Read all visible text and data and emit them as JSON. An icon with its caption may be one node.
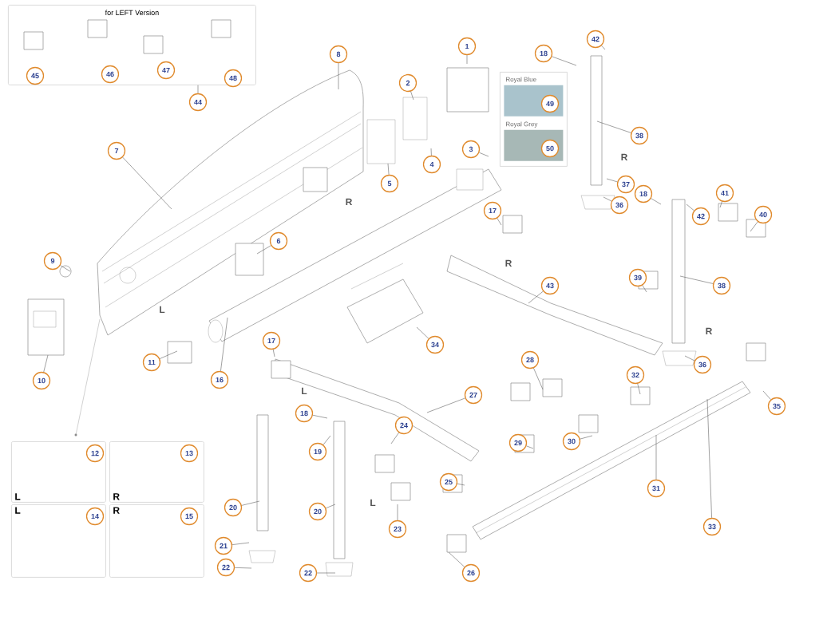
{
  "diagram": {
    "nodes": [
      {
        "text": [
          "for LEFT Version"
        ]
      },
      {
        "text": [
          "45"
        ],
        "in": 0
      },
      {
        "text": [
          "46"
        ],
        "in": 0
      },
      {
        "text": [
          "47"
        ],
        "in": 0
      },
      {
        "text": [
          "48"
        ],
        "in": 0
      },
      {
        "text": [
          "44"
        ]
      },
      {
        "text": [],
        "shape": "box"
      },
      {
        "text": [
          "Royal Blue"
        ],
        "in": 6
      },
      {
        "text": [
          "49"
        ],
        "in": 7
      },
      {
        "text": [
          "Royal Grey"
        ],
        "in": 6
      },
      {
        "text": [
          "50"
        ],
        "in": 9
      },
      {
        "text": [
          "L"
        ]
      },
      {
        "text": [
          "12"
        ],
        "in": 11
      },
      {
        "text": [
          "R"
        ]
      },
      {
        "text": [
          "13"
        ],
        "in": 13
      },
      {
        "text": [
          "L"
        ]
      },
      {
        "text": [
          "14"
        ],
        "in": 15
      },
      {
        "text": [
          "R"
        ]
      },
      {
        "text": [
          "15"
        ],
        "in": 17
      },
      {
        "text": [
          "1"
        ]
      },
      {
        "text": [
          "2"
        ]
      },
      {
        "text": [
          "3"
        ]
      },
      {
        "text": [
          "4"
        ]
      },
      {
        "text": [
          "5"
        ]
      },
      {
        "text": [
          "6"
        ]
      },
      {
        "text": [
          "7"
        ]
      },
      {
        "text": [
          "8"
        ]
      },
      {
        "text": [
          "9"
        ]
      },
      {
        "text": [
          "10"
        ]
      },
      {
        "text": [
          "11"
        ]
      },
      {
        "text": [
          "16"
        ]
      },
      {
        "text": [
          "17"
        ]
      },
      {
        "text": [
          "17"
        ]
      },
      {
        "text": [
          "18"
        ]
      },
      {
        "text": [
          "18"
        ]
      },
      {
        "text": [
          "18"
        ]
      },
      {
        "text": [
          "19"
        ]
      },
      {
        "text": [
          "20"
        ]
      },
      {
        "text": [
          "20"
        ]
      },
      {
        "text": [
          "21"
        ]
      },
      {
        "text": [
          "22"
        ]
      },
      {
        "text": [
          "22"
        ]
      },
      {
        "text": [
          "23"
        ]
      },
      {
        "text": [
          "24"
        ]
      },
      {
        "text": [
          "25"
        ]
      },
      {
        "text": [
          "26"
        ]
      },
      {
        "text": [
          "27"
        ]
      },
      {
        "text": [
          "28"
        ]
      },
      {
        "text": [
          "29"
        ]
      },
      {
        "text": [
          "30"
        ]
      },
      {
        "text": [
          "31"
        ]
      },
      {
        "text": [
          "32"
        ]
      },
      {
        "text": [
          "33"
        ]
      },
      {
        "text": [
          "34"
        ]
      },
      {
        "text": [
          "35"
        ]
      },
      {
        "text": [
          "36"
        ]
      },
      {
        "text": [
          "36"
        ]
      },
      {
        "text": [
          "37"
        ]
      },
      {
        "text": [
          "38"
        ]
      },
      {
        "text": [
          "38"
        ]
      },
      {
        "text": [
          "39"
        ]
      },
      {
        "text": [
          "40"
        ]
      },
      {
        "text": [
          "41"
        ]
      },
      {
        "text": [
          "42"
        ]
      },
      {
        "text": [
          "42"
        ]
      },
      {
        "text": [
          "43"
        ]
      }
    ],
    "edges": [
      {
        "from": 5,
        "to": 0,
        "arrow": "none"
      },
      {
        "from": 19,
        "to": null,
        "arrow": "none"
      },
      {
        "from": 20,
        "to": null,
        "arrow": "none"
      },
      {
        "from": 21,
        "to": null,
        "arrow": "none"
      },
      {
        "from": 22,
        "to": null,
        "arrow": "none"
      },
      {
        "from": 23,
        "to": null,
        "arrow": "none"
      },
      {
        "from": 24,
        "to": null,
        "arrow": "none"
      },
      {
        "from": 25,
        "to": null,
        "arrow": "none"
      },
      {
        "from": 26,
        "to": null,
        "arrow": "none"
      },
      {
        "from": 27,
        "to": null,
        "arrow": "none"
      },
      {
        "from": 28,
        "to": null,
        "arrow": "none"
      },
      {
        "from": 29,
        "to": null,
        "arrow": "none"
      },
      {
        "from": 30,
        "to": null,
        "arrow": "none"
      },
      {
        "from": 31,
        "to": null,
        "arrow": "none"
      },
      {
        "from": 32,
        "to": null,
        "arrow": "none"
      },
      {
        "from": 33,
        "to": null,
        "arrow": "none"
      },
      {
        "from": 34,
        "to": null,
        "arrow": "none"
      },
      {
        "from": 35,
        "to": null,
        "arrow": "none"
      },
      {
        "from": 36,
        "to": null,
        "arrow": "none"
      },
      {
        "from": 37,
        "to": null,
        "arrow": "none"
      },
      {
        "from": 38,
        "to": null,
        "arrow": "none"
      },
      {
        "from": 39,
        "to": null,
        "arrow": "none"
      },
      {
        "from": 40,
        "to": null,
        "arrow": "none"
      },
      {
        "from": 41,
        "to": null,
        "arrow": "none"
      },
      {
        "from": 42,
        "to": null,
        "arrow": "none"
      },
      {
        "from": 43,
        "to": null,
        "arrow": "none"
      },
      {
        "from": 44,
        "to": null,
        "arrow": "none"
      },
      {
        "from": 45,
        "to": null,
        "arrow": "none"
      },
      {
        "from": 46,
        "to": null,
        "arrow": "none"
      },
      {
        "from": 47,
        "to": null,
        "arrow": "none"
      },
      {
        "from": 48,
        "to": null,
        "arrow": "none"
      },
      {
        "from": 49,
        "to": null,
        "arrow": "none"
      },
      {
        "from": 50,
        "to": null,
        "arrow": "none"
      },
      {
        "from": 51,
        "to": null,
        "arrow": "none"
      },
      {
        "from": 52,
        "to": null,
        "arrow": "none"
      },
      {
        "from": 53,
        "to": null,
        "arrow": "none"
      },
      {
        "from": 54,
        "to": null,
        "arrow": "none"
      },
      {
        "from": 55,
        "to": null,
        "arrow": "none"
      },
      {
        "from": 56,
        "to": null,
        "arrow": "none"
      },
      {
        "from": 57,
        "to": null,
        "arrow": "none"
      },
      {
        "from": 58,
        "to": null,
        "arrow": "none"
      },
      {
        "from": 59,
        "to": null,
        "arrow": "none"
      },
      {
        "from": 60,
        "to": null,
        "arrow": "none"
      },
      {
        "from": 61,
        "to": null,
        "arrow": "none"
      },
      {
        "from": 62,
        "to": null,
        "arrow": "none"
      },
      {
        "from": 63,
        "to": null,
        "arrow": "none"
      },
      {
        "from": 64,
        "to": null,
        "arrow": "none"
      },
      {
        "from": 65,
        "to": null,
        "arrow": "none"
      }
    ],
    "labels": [
      "R",
      "R",
      "R",
      "L",
      "R",
      "L",
      "L"
    ]
  }
}
